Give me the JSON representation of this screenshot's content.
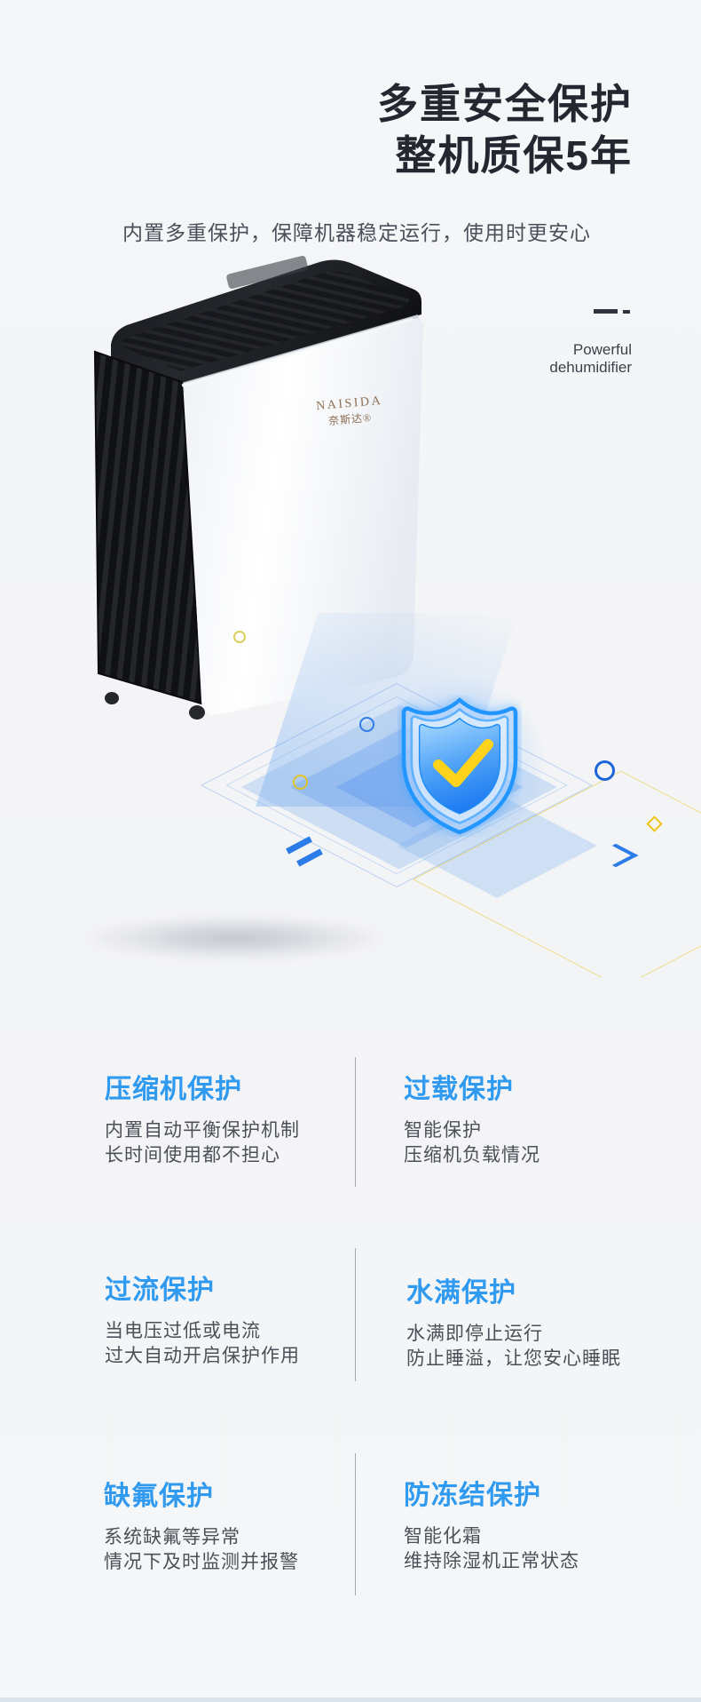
{
  "header": {
    "title_line1": "多重安全保护",
    "title_line2": "整机质保5年",
    "subtitle": "内置多重保护，保障机器稳定运行，使用时更安心"
  },
  "hero": {
    "brand_en": "NAISIDA",
    "brand_cn": "奈斯达®",
    "caption_line1": "Powerful",
    "caption_line2": "dehumidifier"
  },
  "colors": {
    "accent_blue": "#2f9aef",
    "title_dark": "#23272f",
    "body_text": "#4b5058",
    "shield_blue": "#1d86ff",
    "check_yellow": "#ffd21c"
  },
  "features": [
    {
      "title": "压缩机保护",
      "line1": "内置自动平衡保护机制",
      "line2": "长时间使用都不担心"
    },
    {
      "title": "过载保护",
      "line1": "智能保护",
      "line2": "压缩机负载情况"
    },
    {
      "title": "过流保护",
      "line1": "当电压过低或电流",
      "line2": "过大自动开启保护作用"
    },
    {
      "title": "水满保护",
      "line1": "水满即停止运行",
      "line2": "防止睡溢，让您安心睡眠"
    },
    {
      "title": "缺氟保护",
      "line1": "系统缺氟等异常",
      "line2": "情况下及时监测并报警"
    },
    {
      "title": "防冻结保护",
      "line1": "智能化霜",
      "line2": "维持除湿机正常状态"
    }
  ]
}
